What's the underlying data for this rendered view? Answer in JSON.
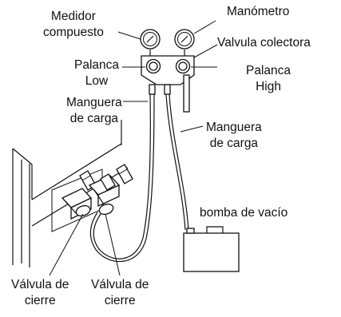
{
  "labels": {
    "medidor_compuesto": "Medidor\ncompuesto",
    "manometro": "Manómetro",
    "valvula_colectora": "Valvula colectora",
    "palanca_low": "Palanca\nLow",
    "palanca_high": "Palanca\nHigh",
    "manguera_carga_izq": "Manguera\nde carga",
    "manguera_carga_der": "Manguera\nde carga",
    "bomba_vacio": "bomba de vacío",
    "valvula_cierre_1": "Válvula de\ncierre",
    "valvula_cierre_2": "Válvula de\ncierre"
  }
}
